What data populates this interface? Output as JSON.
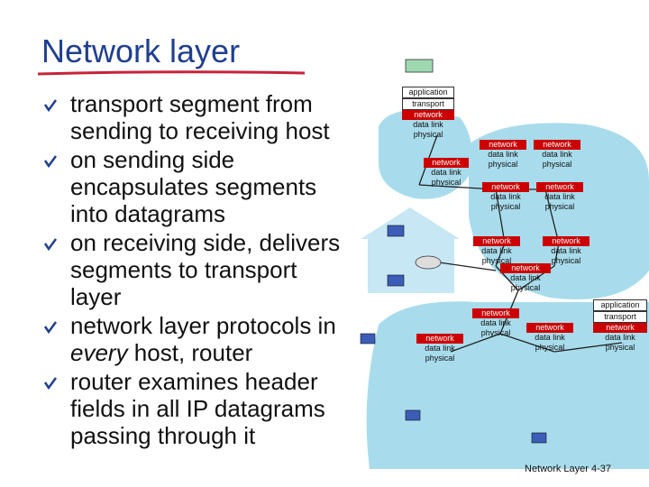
{
  "slide": {
    "title": "Network layer",
    "bullets": [
      {
        "pre": "transport segment from sending to receiving host",
        "em": "",
        "post": ""
      },
      {
        "pre": "on sending side encapsulates segments into datagrams",
        "em": "",
        "post": ""
      },
      {
        "pre": "on receiving side, delivers segments to transport layer",
        "em": "",
        "post": ""
      },
      {
        "pre": "network layer protocols in ",
        "em": "every",
        "post": " host, router"
      },
      {
        "pre": "router examines header fields in all IP datagrams passing through it",
        "em": "",
        "post": ""
      }
    ],
    "footer": "Network Layer 4-37"
  },
  "diagram": {
    "layers": {
      "application": "application",
      "transport": "transport",
      "network": "network",
      "data_link": "data link",
      "physical": "physical"
    },
    "colors": {
      "network_bg": "#cc0000",
      "isp_bg": "#a8dcec",
      "home_bg": "#c6e7f3",
      "link": "#222222",
      "bullet": "#1f3f8f"
    }
  }
}
